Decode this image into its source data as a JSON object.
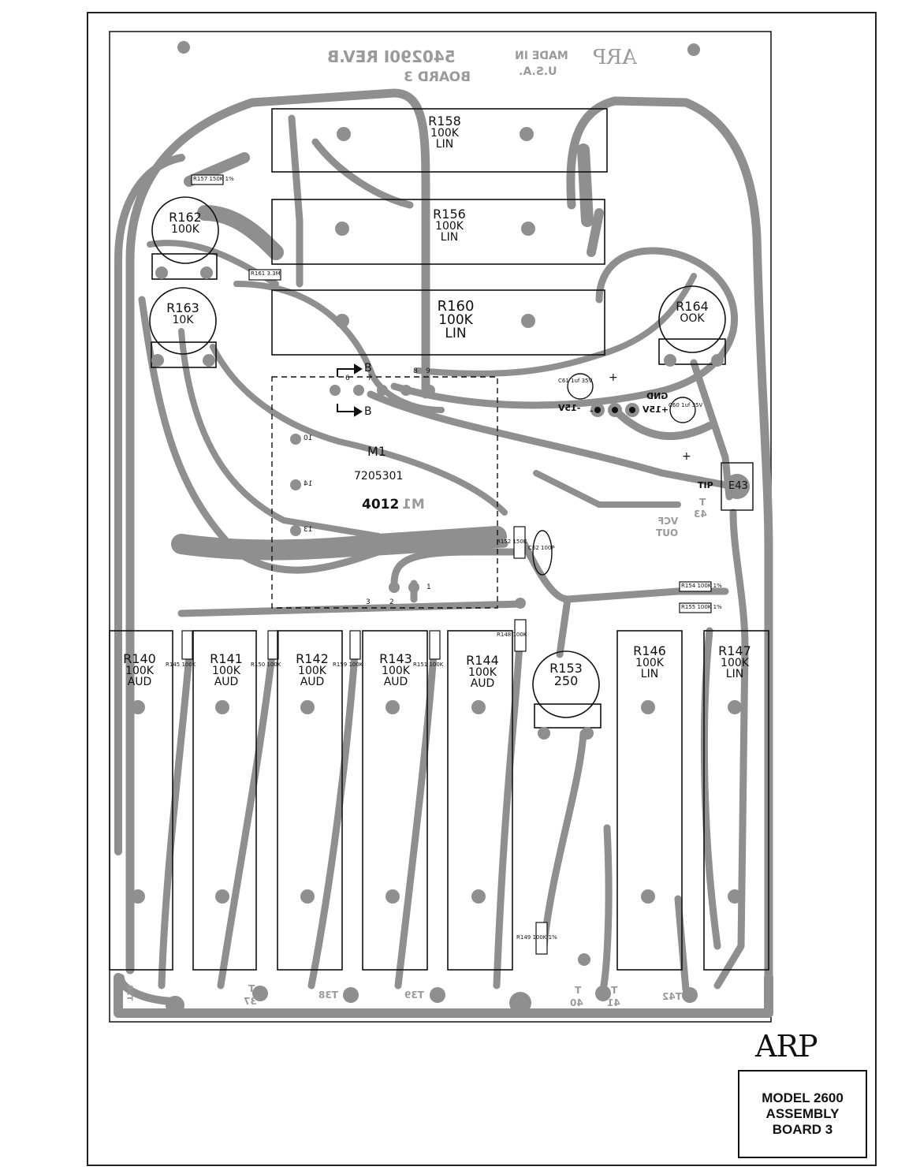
{
  "header": {
    "board_id": "540290I REV.B",
    "board_name": "BOARD 3",
    "made_in": "MADE IN",
    "country": "U.S.A."
  },
  "slider_pots": [
    {
      "name": "R158",
      "value": "100K",
      "taper": "LIN"
    },
    {
      "name": "R156",
      "value": "100K",
      "taper": "LIN"
    },
    {
      "name": "R160",
      "value": "100K",
      "taper": "LIN"
    }
  ],
  "trim_pots": [
    {
      "name": "R162",
      "value": "100K"
    },
    {
      "name": "R163",
      "value": "10K"
    },
    {
      "name": "R164",
      "value": "OOK"
    },
    {
      "name": "R153",
      "value": "250"
    }
  ],
  "vertical_pots": [
    {
      "name": "R140",
      "value": "100K",
      "taper": "AUD"
    },
    {
      "name": "R141",
      "value": "100K",
      "taper": "AUD"
    },
    {
      "name": "R142",
      "value": "100K",
      "taper": "AUD"
    },
    {
      "name": "R143",
      "value": "100K",
      "taper": "AUD"
    },
    {
      "name": "R144",
      "value": "100K",
      "taper": "AUD"
    },
    {
      "name": "R146",
      "value": "100K",
      "taper": "LIN"
    },
    {
      "name": "R147",
      "value": "100K",
      "taper": "LIN"
    }
  ],
  "module": {
    "name": "M1",
    "part": "7205301",
    "code": "4012",
    "pins": [
      "10",
      "14",
      "13",
      "1",
      "2",
      "3",
      "9",
      "8",
      "6",
      "7"
    ]
  },
  "signals": {
    "b_top": "B",
    "b_bottom": "B",
    "gnd": "GND",
    "plus15": "+15V",
    "minus15": "-15V",
    "tip": "TIP",
    "e43": "E43",
    "t43_t": "T",
    "t43_n": "43",
    "vcf": "VCF",
    "out": "OUT",
    "plus_a": "+",
    "plus_b": "+",
    "minus": "-"
  },
  "small_parts": {
    "r157": "R157 150K 1%",
    "r161": "R161 3.3M",
    "r154": "R154 100K 1%",
    "r155": "R155 100K 1%",
    "c60": "C60 1uf 35V",
    "c61": "C61 1uf 35V",
    "c62": "C62 100P",
    "r152": "R152 150K",
    "r148": "R148 100K",
    "r149": "R149 100K 1%",
    "r_res": [
      "R145 100K",
      "R150 100K",
      "R151 100K",
      "R159 100K"
    ]
  },
  "terminals": [
    "T",
    "37",
    "T38",
    "T39",
    "T",
    "40",
    "T",
    "41",
    "T42",
    "T36"
  ],
  "title_block": {
    "logo": "ARP",
    "line1": "MODEL 2600",
    "line2": "ASSEMBLY",
    "line3": "BOARD 3"
  }
}
